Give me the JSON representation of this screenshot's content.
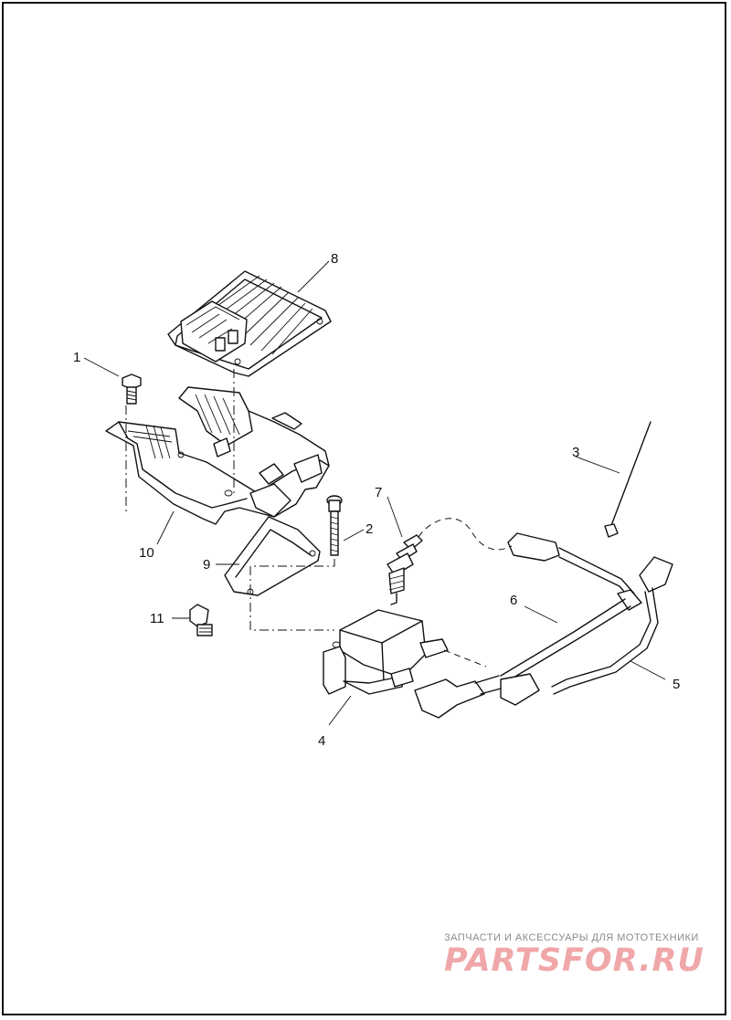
{
  "callouts": [
    {
      "id": "1",
      "label": "1"
    },
    {
      "id": "2",
      "label": "2"
    },
    {
      "id": "3",
      "label": "3"
    },
    {
      "id": "4",
      "label": "4"
    },
    {
      "id": "5",
      "label": "5"
    },
    {
      "id": "6",
      "label": "6"
    },
    {
      "id": "7",
      "label": "7"
    },
    {
      "id": "8",
      "label": "8"
    },
    {
      "id": "9",
      "label": "9"
    },
    {
      "id": "10",
      "label": "10"
    },
    {
      "id": "11",
      "label": "11"
    }
  ],
  "watermark": {
    "caption": "ЗАПЧАСТИ И АКСЕССУАРЫ ДЛЯ МОТОТЕХНИКИ",
    "logo": "PARTSFOR.RU"
  },
  "colors": {
    "line": "#111111",
    "watermark_logo": "#f0a7a9",
    "watermark_caption": "#8a8a8a"
  }
}
